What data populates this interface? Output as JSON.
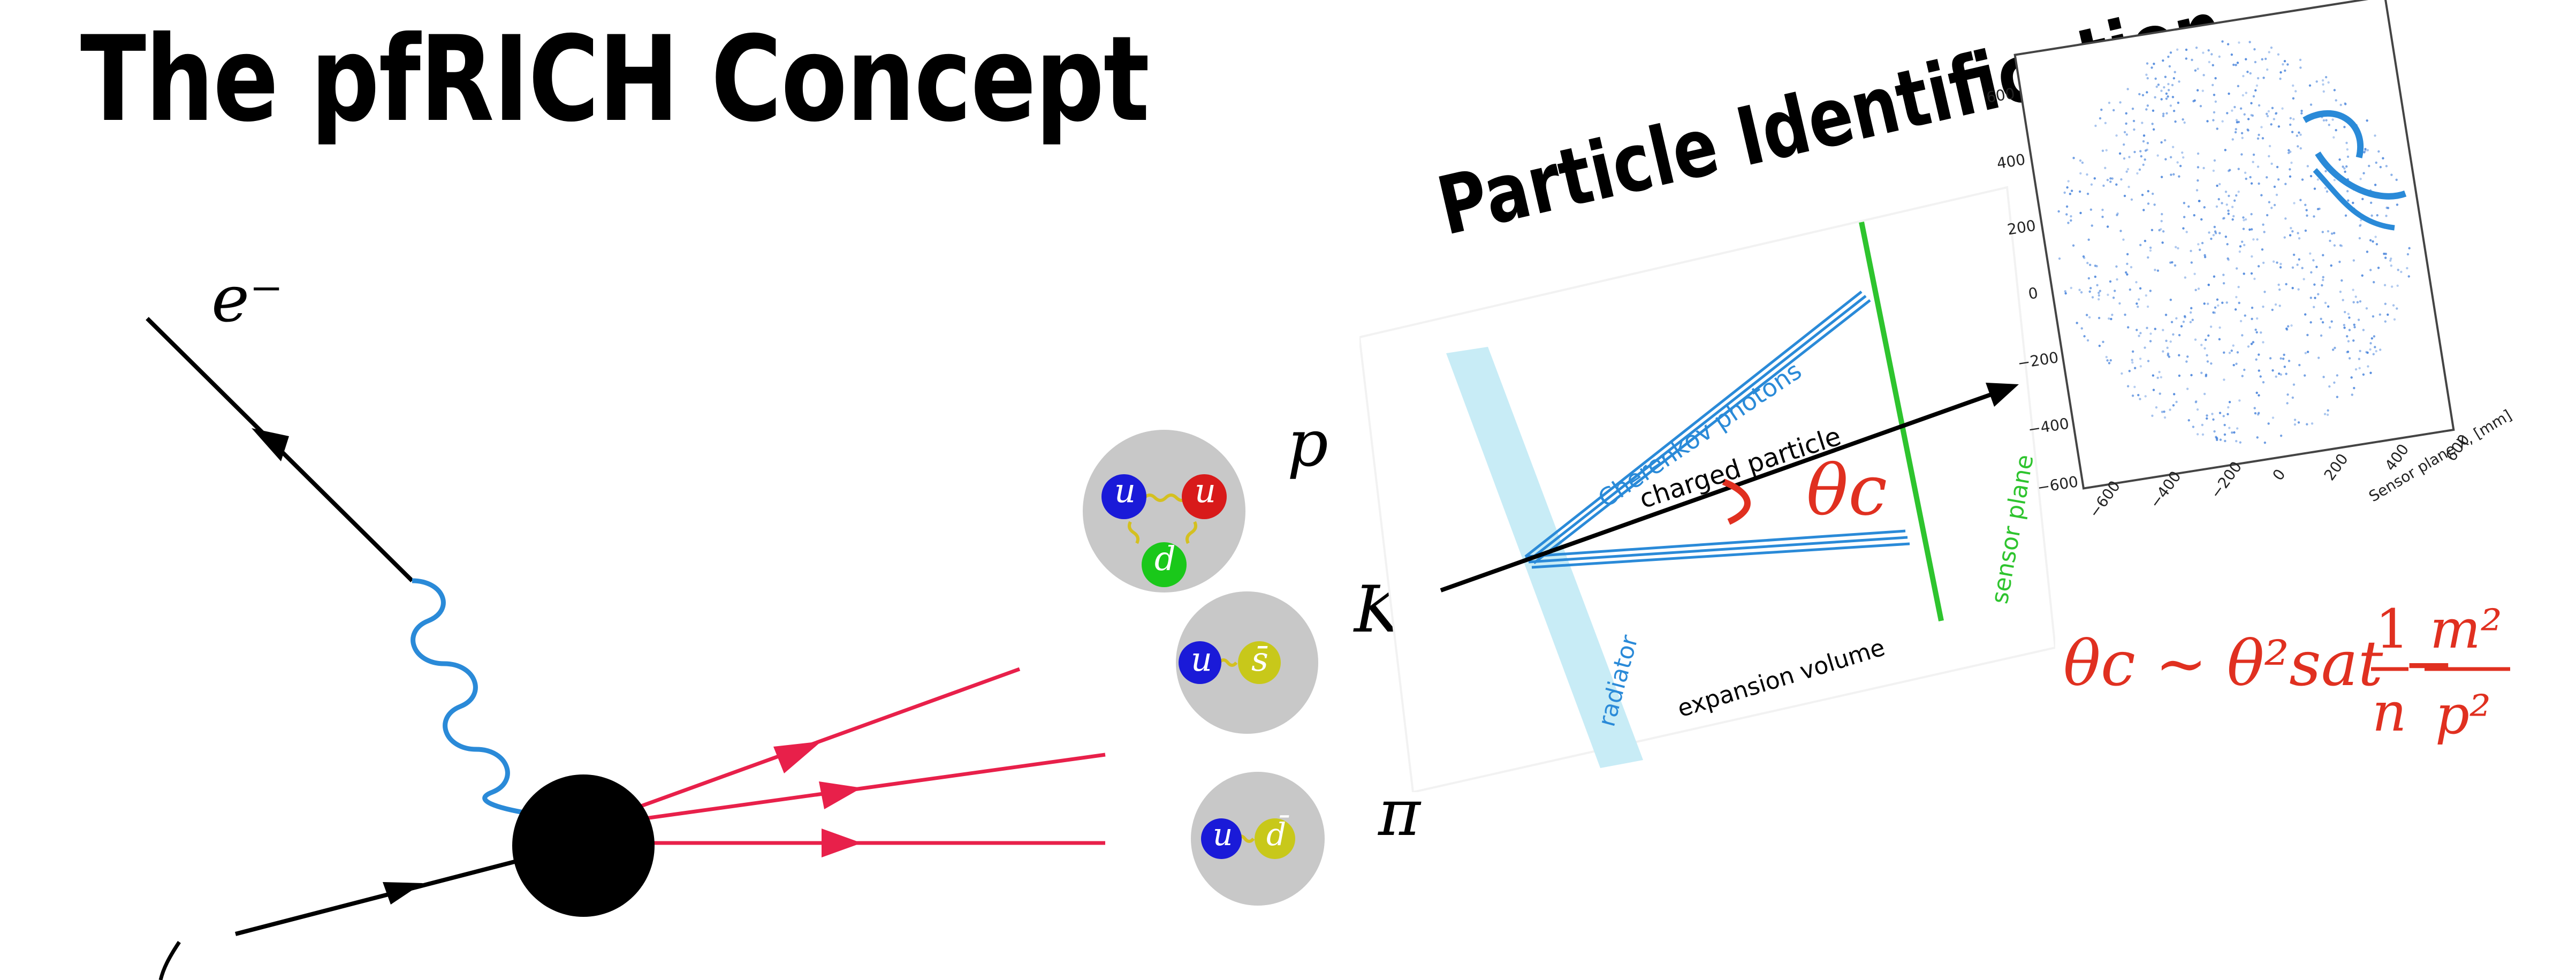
{
  "slide": {
    "title": "The pfRICH Concept",
    "pid_title": "Particle Identification"
  },
  "feynman": {
    "electron_label": "e⁻"
  },
  "hadrons": [
    {
      "name": "p",
      "quarks": [
        "u",
        "u",
        "d"
      ],
      "colors": [
        "#1a1ad8",
        "#d81a1a",
        "#1ac81a"
      ]
    },
    {
      "name": "K",
      "quarks": [
        "u",
        "s̄"
      ],
      "colors": [
        "#1a1ad8",
        "#c8c81a"
      ]
    },
    {
      "name": "π",
      "quarks": [
        "u",
        "d̄"
      ],
      "colors": [
        "#1a1ad8",
        "#c8c81a"
      ]
    }
  ],
  "rich": {
    "cherenkov_photons": "Cherenkov photons",
    "charged_particle": "charged particle",
    "radiator": "radiator",
    "expansion_volume": "expansion volume",
    "sensor_plane": "sensor plane",
    "theta_c": "θc"
  },
  "sensor_plot": {
    "x_axis_label": "Sensor plane X, [mm]",
    "x_ticks": [
      "−600",
      "−400",
      "−200",
      "0",
      "200",
      "400",
      "600"
    ],
    "y_ticks": [
      "600",
      "400",
      "200",
      "0",
      "−200",
      "−400",
      "−600"
    ]
  },
  "formula": {
    "lhs": "θc ∼ θ²sat −",
    "frac1_num": "1",
    "frac1_den": "n",
    "frac2_num": "m²",
    "frac2_den": "p²"
  },
  "colors": {
    "photon": "#2a8ad8",
    "jet": "#e8204a",
    "radiator_fill": "#c8ecf6",
    "sensor_plane": "#2ec42e",
    "formula": "#e03020",
    "scatter": "#3a7ad8"
  }
}
